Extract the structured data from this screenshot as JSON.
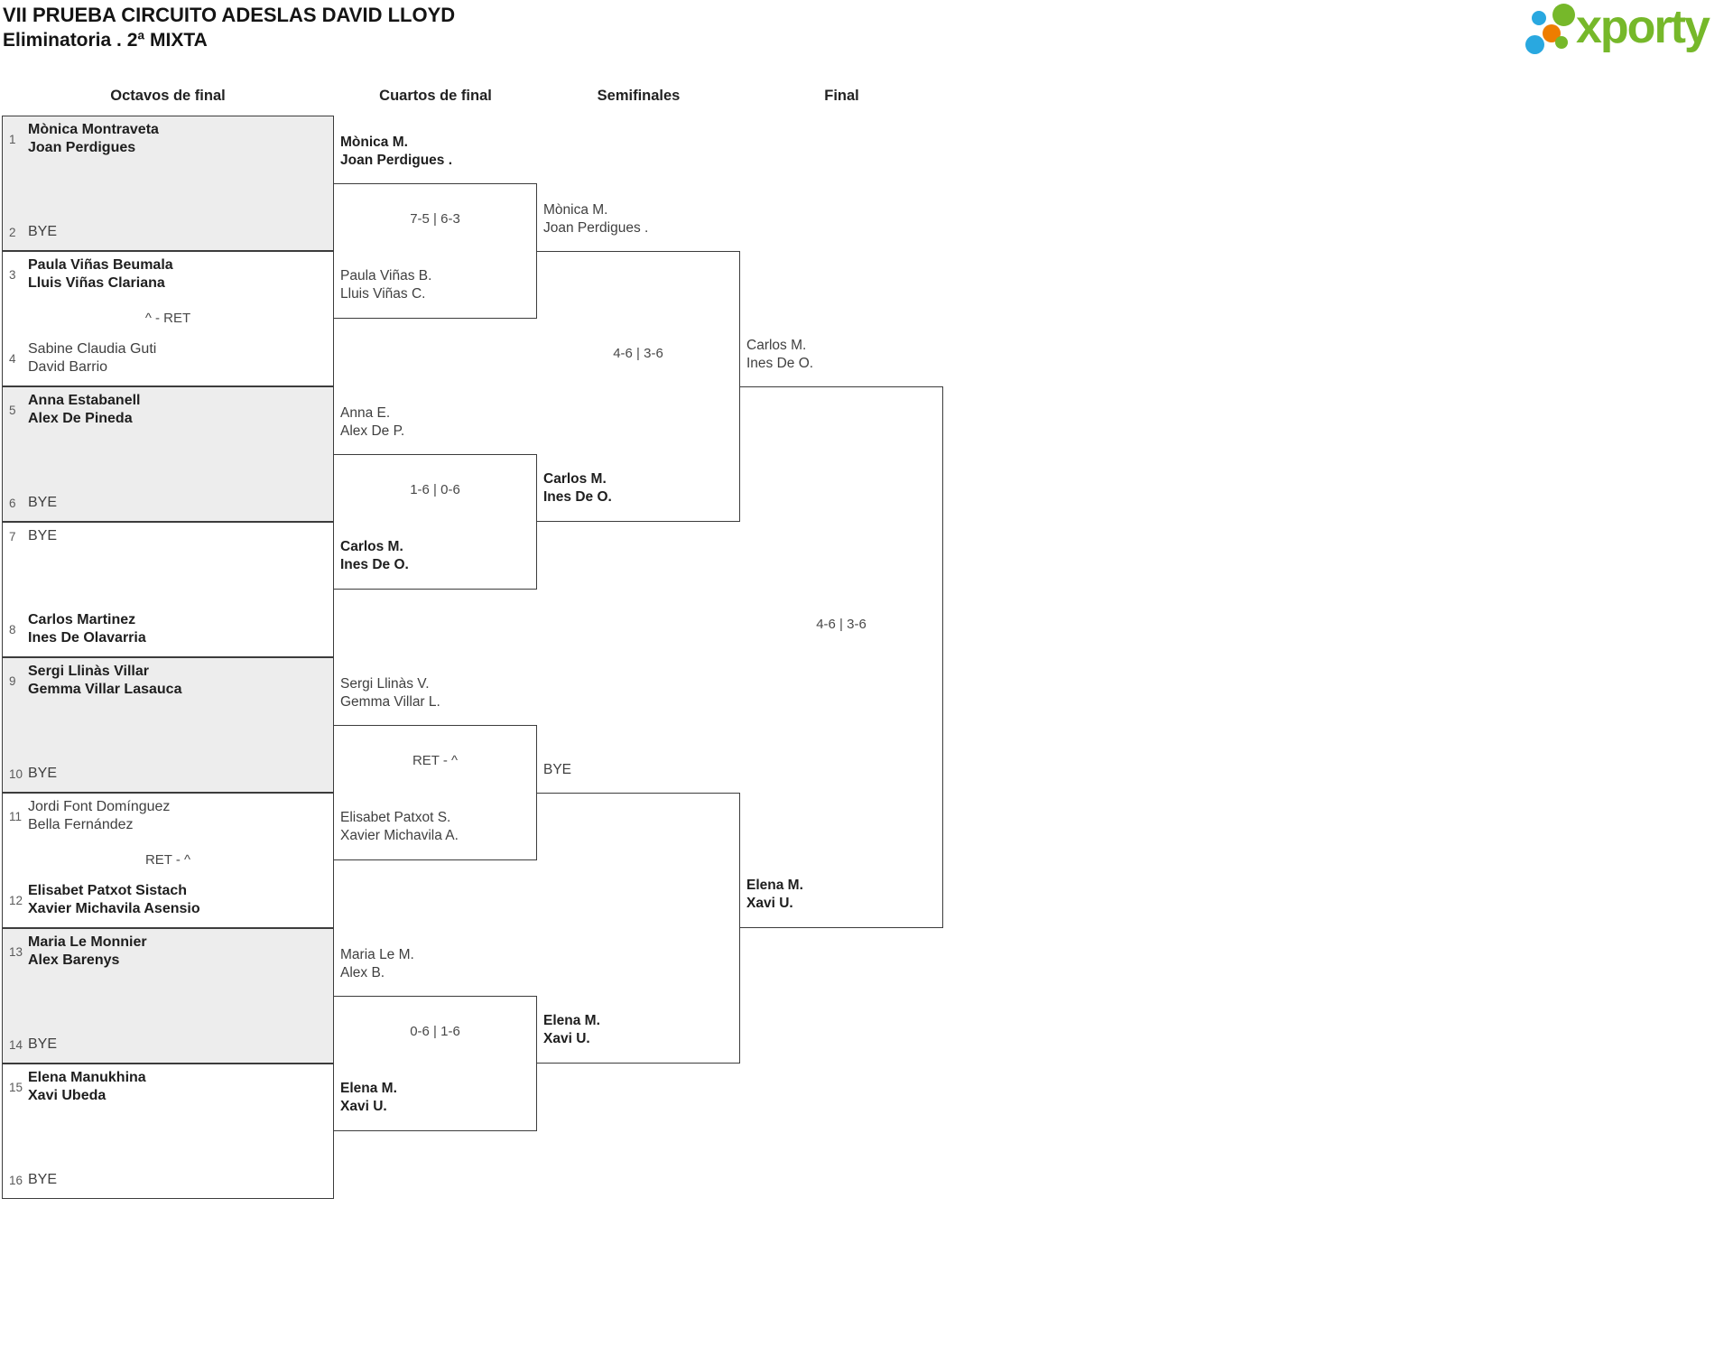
{
  "header": {
    "title": "VII PRUEBA CIRCUITO ADESLAS DAVID LLOYD",
    "subtitle": "Eliminatoria . 2ª MIXTA"
  },
  "logo": {
    "brand": "xporty",
    "colors": {
      "green": "#76b82a",
      "blue": "#29a8e0",
      "orange": "#ee7d00"
    }
  },
  "colors": {
    "shaded_box": "#ededed",
    "border": "#3c3c3c",
    "winner_text": "#1e1e1e",
    "text": "#3f3f3f"
  },
  "rounds": [
    {
      "name": "Octavos de final",
      "matches": [
        {
          "shaded": true,
          "score": "",
          "p1": {
            "seed": "1",
            "lines": [
              "Mònica Montraveta",
              "Joan Perdigues"
            ],
            "bold": true
          },
          "p2": {
            "seed": "2",
            "lines": [
              "BYE"
            ],
            "bold": false
          }
        },
        {
          "shaded": false,
          "score": "^ - RET",
          "p1": {
            "seed": "3",
            "lines": [
              "Paula Viñas Beumala",
              "Lluis Viñas Clariana"
            ],
            "bold": true
          },
          "p2": {
            "seed": "4",
            "lines": [
              "Sabine Claudia Guti",
              "David Barrio"
            ],
            "bold": false
          }
        },
        {
          "shaded": true,
          "score": "",
          "p1": {
            "seed": "5",
            "lines": [
              "Anna Estabanell",
              "Alex De Pineda"
            ],
            "bold": true
          },
          "p2": {
            "seed": "6",
            "lines": [
              "BYE"
            ],
            "bold": false
          }
        },
        {
          "shaded": false,
          "score": "",
          "p1": {
            "seed": "7",
            "lines": [
              "BYE"
            ],
            "bold": false
          },
          "p2": {
            "seed": "8",
            "lines": [
              "Carlos Martinez",
              "Ines De Olavarria"
            ],
            "bold": true
          }
        },
        {
          "shaded": true,
          "score": "",
          "p1": {
            "seed": "9",
            "lines": [
              "Sergi Llinàs Villar",
              "Gemma Villar Lasauca"
            ],
            "bold": true
          },
          "p2": {
            "seed": "10",
            "lines": [
              "BYE"
            ],
            "bold": false
          }
        },
        {
          "shaded": false,
          "score": "RET - ^",
          "p1": {
            "seed": "11",
            "lines": [
              "Jordi Font Domínguez",
              "Bella Fernández"
            ],
            "bold": false
          },
          "p2": {
            "seed": "12",
            "lines": [
              "Elisabet Patxot Sistach",
              "Xavier Michavila Asensio"
            ],
            "bold": true
          }
        },
        {
          "shaded": true,
          "score": "",
          "p1": {
            "seed": "13",
            "lines": [
              "Maria Le Monnier",
              "Alex Barenys"
            ],
            "bold": true
          },
          "p2": {
            "seed": "14",
            "lines": [
              "BYE"
            ],
            "bold": false
          }
        },
        {
          "shaded": false,
          "score": "",
          "p1": {
            "seed": "15",
            "lines": [
              "Elena Manukhina",
              "Xavi Ubeda"
            ],
            "bold": true
          },
          "p2": {
            "seed": "16",
            "lines": [
              "BYE"
            ],
            "bold": false
          }
        }
      ]
    },
    {
      "name": "Cuartos de final",
      "matches": [
        {
          "score": "7-5 | 6-3",
          "p1": {
            "lines": [
              "Mònica M.",
              "Joan Perdigues ."
            ],
            "bold": true
          },
          "p2": {
            "lines": [
              "Paula Viñas B.",
              "Lluis Viñas C."
            ],
            "bold": false
          }
        },
        {
          "score": "1-6 | 0-6",
          "p1": {
            "lines": [
              "Anna E.",
              "Alex De P."
            ],
            "bold": false
          },
          "p2": {
            "lines": [
              "Carlos M.",
              "Ines De O."
            ],
            "bold": true
          }
        },
        {
          "score": "RET - ^",
          "p1": {
            "lines": [
              "Sergi Llinàs V.",
              "Gemma Villar L."
            ],
            "bold": false
          },
          "p2": {
            "lines": [
              "Elisabet Patxot S.",
              "Xavier Michavila A."
            ],
            "bold": false
          }
        },
        {
          "score": "0-6 | 1-6",
          "p1": {
            "lines": [
              "Maria Le M.",
              "Alex B."
            ],
            "bold": false
          },
          "p2": {
            "lines": [
              "Elena M.",
              "Xavi U."
            ],
            "bold": true
          }
        }
      ]
    },
    {
      "name": "Semifinales",
      "matches": [
        {
          "score": "4-6 | 3-6",
          "p1": {
            "lines": [
              "Mònica M.",
              "Joan Perdigues ."
            ],
            "bold": false
          },
          "p2": {
            "lines": [
              "Carlos M.",
              "Ines De O."
            ],
            "bold": true
          }
        },
        {
          "score": "",
          "p1": {
            "lines": [
              "BYE"
            ],
            "bold": false
          },
          "p2": {
            "lines": [
              "Elena M.",
              "Xavi U."
            ],
            "bold": true
          }
        }
      ]
    },
    {
      "name": "Final",
      "matches": [
        {
          "score": "4-6 | 3-6",
          "p1": {
            "lines": [
              "Carlos M.",
              "Ines De O."
            ],
            "bold": false
          },
          "p2": {
            "lines": [
              "Elena M.",
              "Xavi U."
            ],
            "bold": true
          }
        }
      ]
    }
  ]
}
